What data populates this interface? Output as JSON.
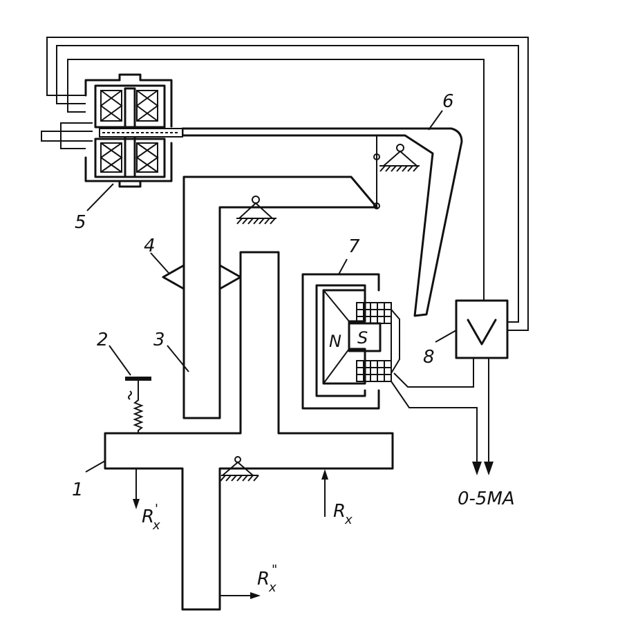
{
  "labels": {
    "l1": "1",
    "l2": "2",
    "l3": "3",
    "l4": "4",
    "l5": "5",
    "l6": "6",
    "l7": "7",
    "l8": "8",
    "magnet_n": "N",
    "magnet_s": "S",
    "output_range": "0-5MA",
    "force_rx": "R",
    "force_rx_sub": "x",
    "force_rx1": "R",
    "force_rx1_sub": "x",
    "force_rx1_mark": "'",
    "force_rx2": "R",
    "force_rx2_sub": "x",
    "force_rx2_mark": "\""
  }
}
